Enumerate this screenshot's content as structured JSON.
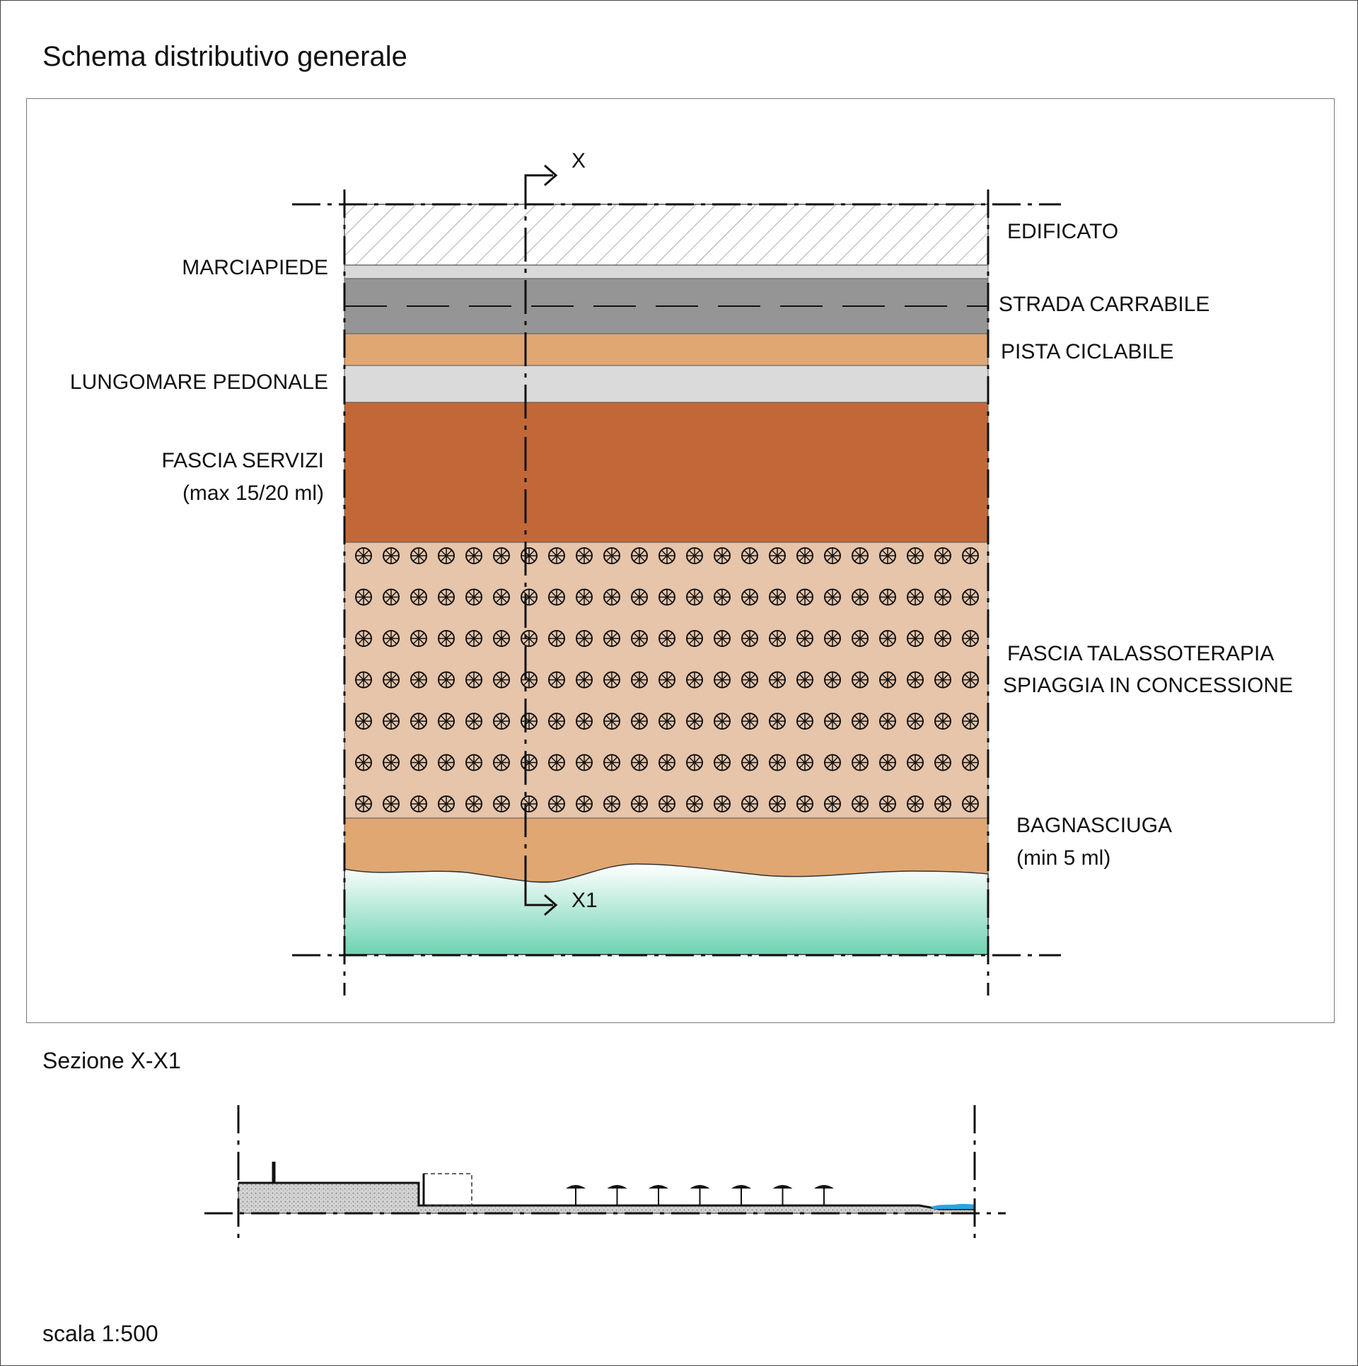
{
  "title": "Schema distributivo generale",
  "plan": {
    "section_marks": {
      "top": "X",
      "bottom": "X1"
    },
    "labels_left": {
      "marciapiede": "MARCIAPIEDE",
      "lungomare": "LUNGOMARE PEDONALE",
      "fascia_servizi": "FASCIA SERVIZI",
      "fascia_servizi_note": "(max 15/20 ml)"
    },
    "labels_right": {
      "edificato": "EDIFICATO",
      "strada": "STRADA CARRABILE",
      "pista": "PISTA CICLABILE",
      "talasso_1": "FASCIA TALASSOTERAPIA",
      "talasso_2": "SPIAGGIA IN CONCESSIONE",
      "bagnasciuga": "BAGNASCIUGA",
      "bagnasciuga_note": "(min 5 ml)"
    },
    "colors": {
      "edificato_hatch": "#888888",
      "marciapiede": "#d9d9d9",
      "strada": "#959595",
      "pista": "#e0a773",
      "lungomare": "#dadada",
      "servizi": "#c26838",
      "talasso": "#e6c5aa",
      "bagnasciuga": "#e0a773",
      "sea_top": "#ffffff",
      "sea_bottom": "#6ed3b3"
    },
    "umbrella_grid": {
      "rows": 7,
      "cols": 23
    }
  },
  "section": {
    "title": "Sezione X-X1",
    "umbrella_count": 7,
    "water_color": "#2aa4e0"
  },
  "scale": "scala 1:500"
}
